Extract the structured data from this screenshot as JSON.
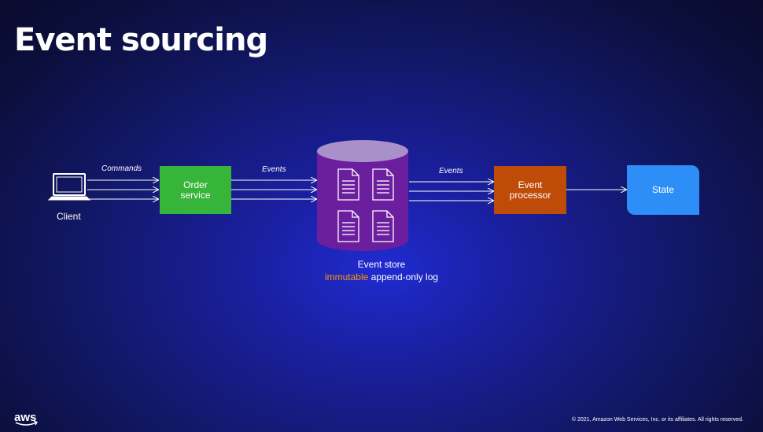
{
  "slide": {
    "title": "Event sourcing",
    "footer": "© 2021, Amazon Web Services, Inc. or its affiliates. All rights reserved.",
    "logo_text": "aws"
  },
  "diagram": {
    "client_label": "Client",
    "commands_label": "Commands",
    "events_label_1": "Events",
    "events_label_2": "Events",
    "order_service": "Order service",
    "event_processor": "Event processor",
    "state": "State",
    "store_title": "Event store",
    "store_subtitle_accent": "immutable",
    "store_subtitle_rest": " append-only log"
  },
  "colors": {
    "order_service": "#37b53a",
    "event_store": "#6b1f9e",
    "event_processor": "#bf4b09",
    "state": "#2e8ef7",
    "accent": "#ff9900"
  },
  "icons": [
    "laptop-icon",
    "document-icon",
    "database-icon",
    "aws-logo"
  ]
}
